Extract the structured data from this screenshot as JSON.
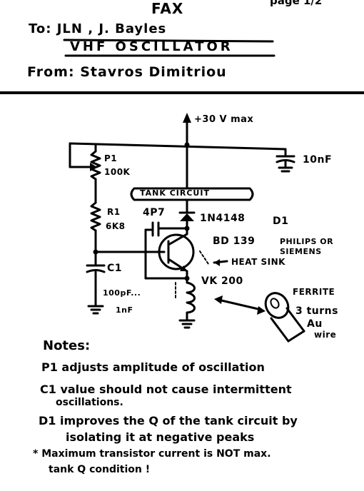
{
  "header": {
    "fax": "FAX",
    "page": "page 1/2",
    "to": "To: JLN , J. Bayles",
    "subject": "VHF OSCILLATOR",
    "from": "From: Stavros Dimitriou"
  },
  "schematic": {
    "supply": "+30 V max",
    "p1_name": "P1",
    "p1_value": "100K",
    "cap_10n": "10nF",
    "tank": "TANK CIRCUIT",
    "r1_name": "R1",
    "r1_value": "6K8",
    "cap_4p7": "4P7",
    "diode": "1N4148",
    "d1": "D1",
    "transistor": "BD 139",
    "brand_line1": "PHILIPS OR",
    "brand_line2": "SIEMENS",
    "heatsink": "HEAT SINK",
    "c1_name": "C1",
    "c1_value_line1": "100pF...",
    "c1_value_line2": "1nF",
    "choke": "VK 200",
    "ferrite": "FERRITE",
    "turns": "3 turns",
    "au": "Au",
    "wire": "wire"
  },
  "notes": {
    "title": "Notes:",
    "n1": "P1 adjusts amplitude of oscillation",
    "n2a": "C1 value should not cause intermittent",
    "n2b": "oscillations.",
    "n3a": "D1 improves the Q of the tank circuit by",
    "n3b": "isolating it at negative peaks",
    "n4a": "* Maximum transistor current is NOT max.",
    "n4b": "tank Q condition !"
  }
}
